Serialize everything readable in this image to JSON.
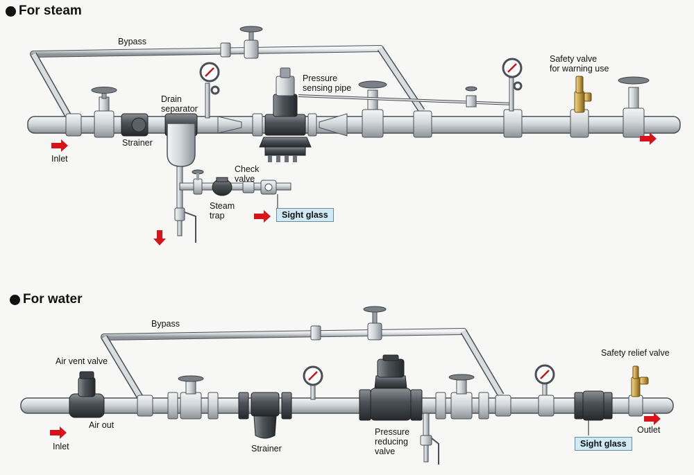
{
  "steam": {
    "heading": "For steam",
    "bypass": "Bypass",
    "strainer": "Strainer",
    "drain_separator": [
      "Drain",
      "separator"
    ],
    "inlet": "Inlet",
    "pressure_sensing_pipe": [
      "Pressure",
      "sensing pipe"
    ],
    "safety_valve": [
      "Safety valve",
      "for warning use"
    ],
    "check_valve": [
      "Check",
      "valve"
    ],
    "steam_trap": [
      "Steam",
      "trap"
    ],
    "sight_glass": "Sight glass"
  },
  "water": {
    "heading": "For water",
    "bypass": "Bypass",
    "air_vent_valve": "Air vent valve",
    "air_out": "Air out",
    "inlet": "Inlet",
    "strainer": "Strainer",
    "pressure_reducing_valve": [
      "Pressure",
      "reducing",
      "valve"
    ],
    "safety_relief_valve": "Safety relief valve",
    "outlet": "Outlet",
    "sight_glass": "Sight glass"
  },
  "colors": {
    "pipe": "#cfd3d6",
    "pipe_edge": "#4a4f55",
    "dark_metal": "#4b5157",
    "brass": "#c9a24a",
    "arrow": "#d7141a",
    "tag_fill": "#cfeaf6"
  }
}
